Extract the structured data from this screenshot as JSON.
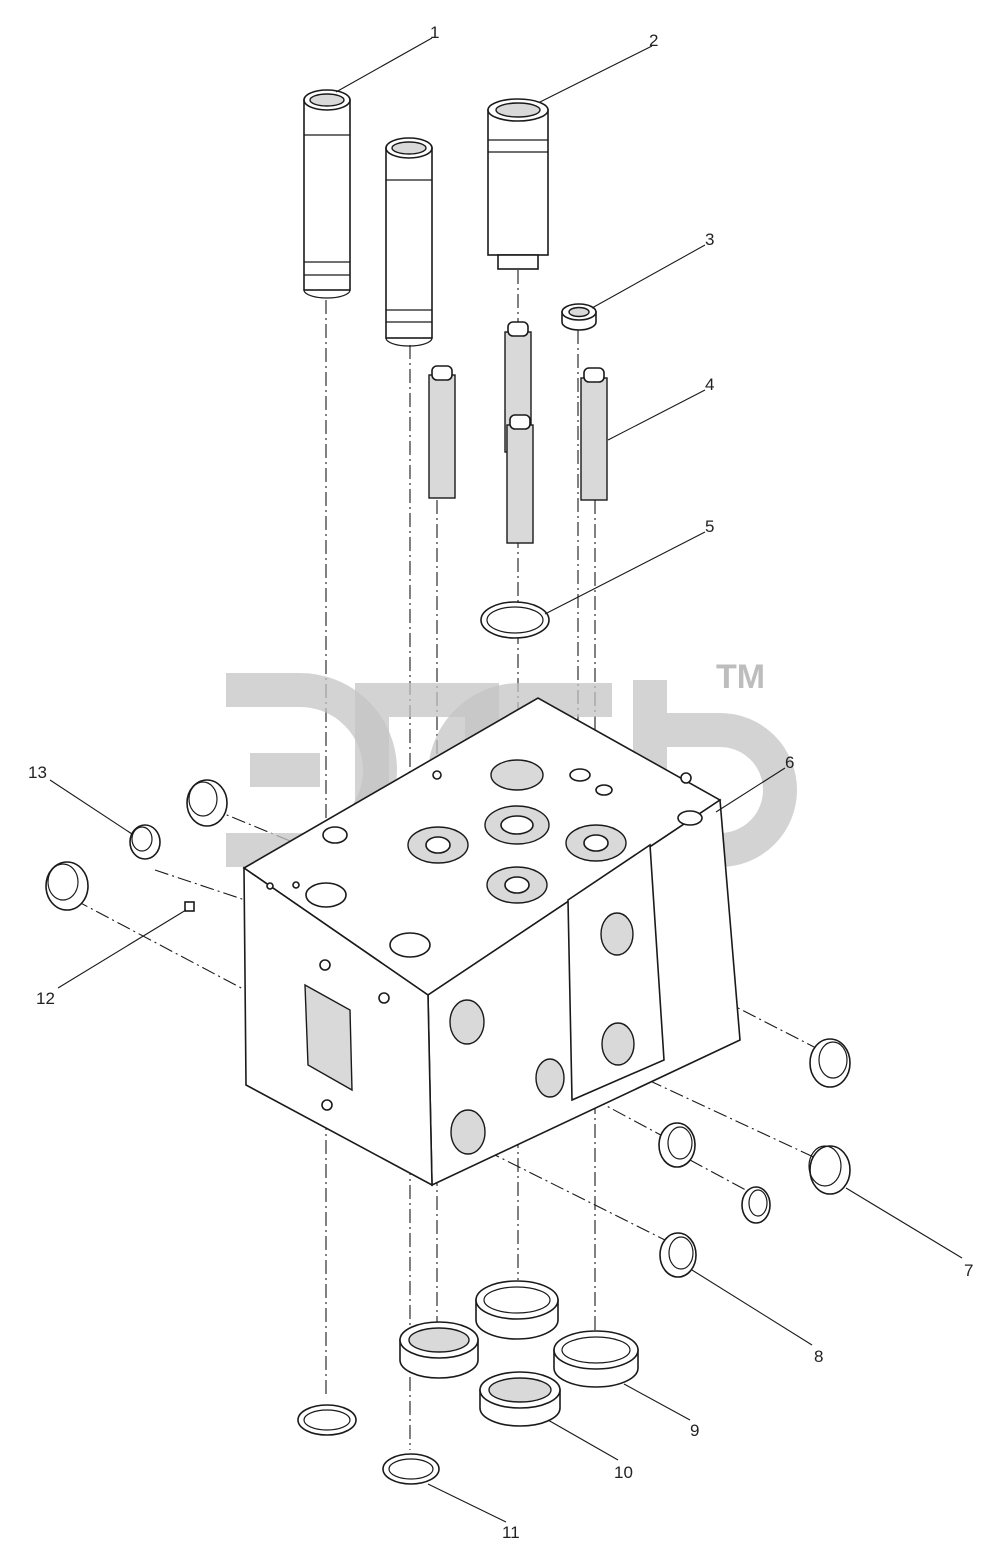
{
  "diagram": {
    "callouts": [
      {
        "id": "c1",
        "label": "1"
      },
      {
        "id": "c2",
        "label": "2"
      },
      {
        "id": "c3",
        "label": "3"
      },
      {
        "id": "c4",
        "label": "4"
      },
      {
        "id": "c5",
        "label": "5"
      },
      {
        "id": "c6",
        "label": "6"
      },
      {
        "id": "c7",
        "label": "7"
      },
      {
        "id": "c8",
        "label": "8"
      },
      {
        "id": "c9",
        "label": "9"
      },
      {
        "id": "c10",
        "label": "10"
      },
      {
        "id": "c11",
        "label": "11"
      },
      {
        "id": "c12",
        "label": "12"
      },
      {
        "id": "c13",
        "label": "13"
      }
    ],
    "watermark": {
      "mark": "TM"
    },
    "colors": {
      "line": "#1a1a1a",
      "background": "#ffffff",
      "watermark": "#c4c4c4"
    }
  }
}
